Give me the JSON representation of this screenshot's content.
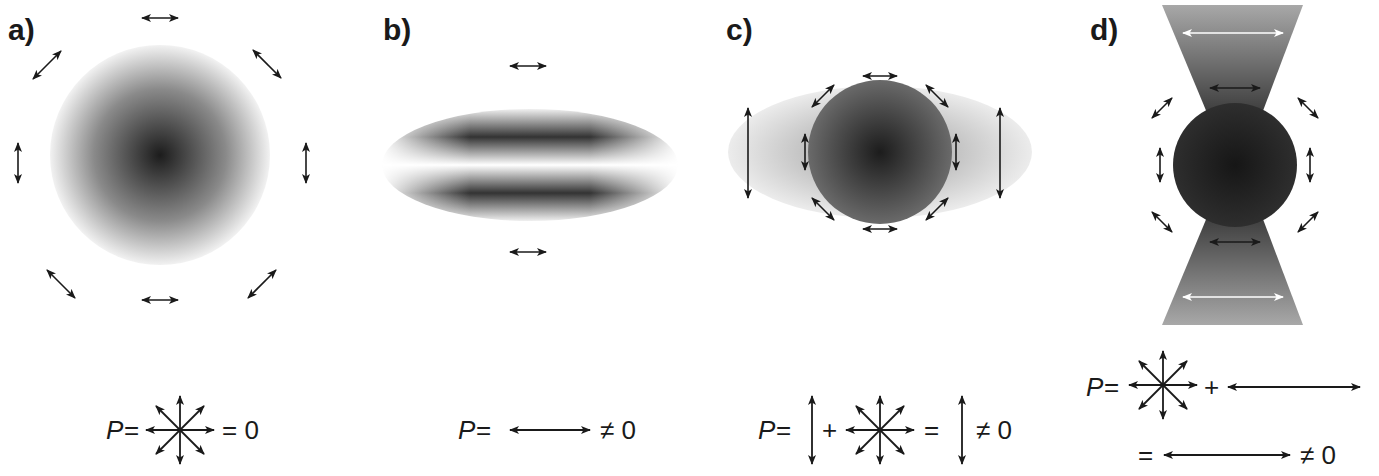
{
  "diagram": {
    "labels": [
      "a)",
      "b)",
      "c)",
      "d)",
      "P",
      "=",
      "= 0",
      "P",
      "=",
      "≠ 0",
      "P",
      "=",
      "+",
      "=",
      "≠ 0",
      "P",
      "=",
      "+",
      "=",
      "≠ 0"
    ]
  }
}
